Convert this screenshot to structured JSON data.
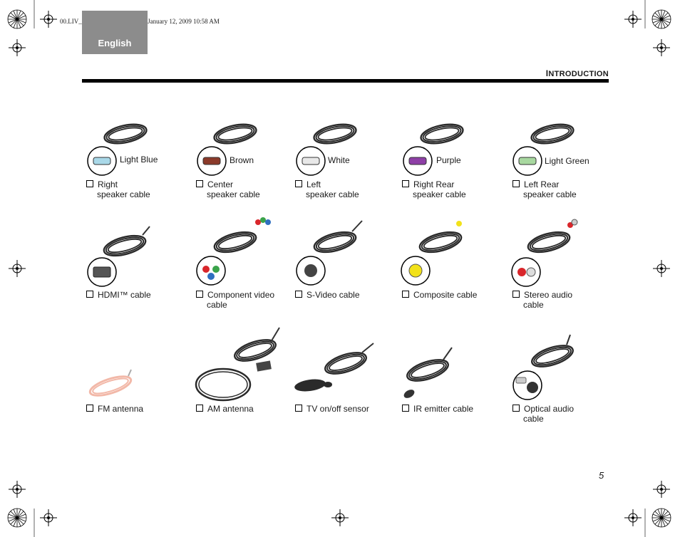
{
  "header": {
    "file_info": "00.LIV_IG.book  Page 5  Monday, January 12, 2009  10:58 AM",
    "language_tab": "English",
    "section_first": "I",
    "section_rest": "NTRODUCTION",
    "page_number": "5"
  },
  "speaker_cables": [
    {
      "color_label": "Light Blue",
      "line1": "Right",
      "line2": "speaker cable",
      "color": "#a9d8e8"
    },
    {
      "color_label": "Brown",
      "line1": "Center",
      "line2": "speaker cable",
      "color": "#8b3a2a"
    },
    {
      "color_label": "White",
      "line1": "Left",
      "line2": "speaker cable",
      "color": "#e8e8e8"
    },
    {
      "color_label": "Purple",
      "line1": "Right Rear",
      "line2": "speaker cable",
      "color": "#8e3fa6"
    },
    {
      "color_label": "Light Green",
      "line1": "Left Rear",
      "line2": "speaker cable",
      "color": "#a8d8a0"
    }
  ],
  "av_cables": [
    {
      "line1": "HDMI™ cable",
      "line2": ""
    },
    {
      "line1": "Component video",
      "line2": "cable"
    },
    {
      "line1": "S-Video cable",
      "line2": ""
    },
    {
      "line1": "Composite cable",
      "line2": ""
    },
    {
      "line1": "Stereo audio",
      "line2": "cable"
    }
  ],
  "accessories": [
    {
      "line1": "FM antenna",
      "line2": ""
    },
    {
      "line1": "AM antenna",
      "line2": ""
    },
    {
      "line1": "TV on/off sensor",
      "line2": ""
    },
    {
      "line1": "IR emitter cable",
      "line2": ""
    },
    {
      "line1": "Optical audio",
      "line2": "cable"
    }
  ],
  "colors": {
    "composite_yellow": "#f2e21a",
    "fm_antenna": "#f2b8a8",
    "component_red": "#d9262b",
    "component_green": "#3aa34a",
    "component_blue": "#2f6fc0"
  }
}
